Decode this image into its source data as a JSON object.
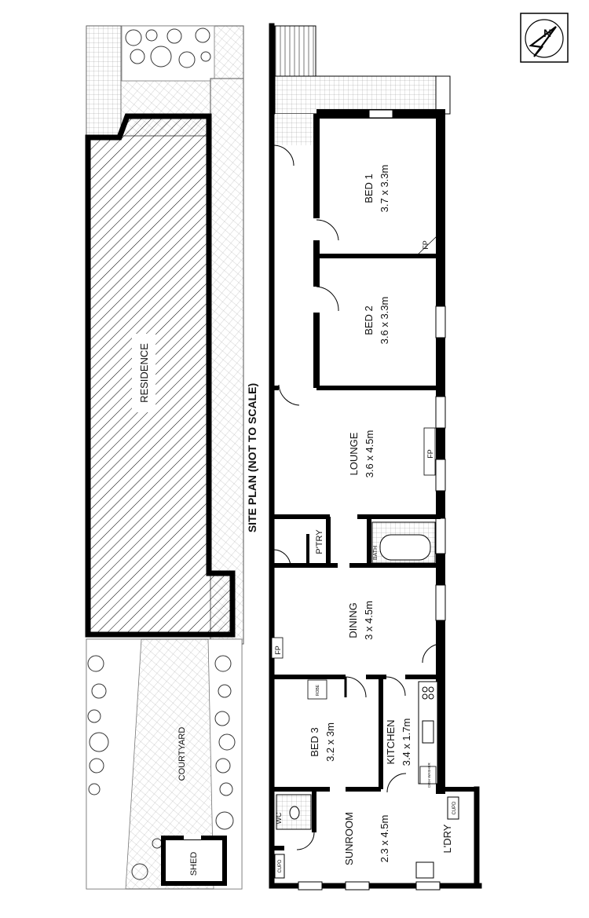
{
  "site_plan": {
    "title": "SITE PLAN (NOT TO SCALE)",
    "residence_label": "RESIDENCE",
    "courtyard_label": "COURTYARD",
    "shed_label": "SHED"
  },
  "compass": {
    "label": "N"
  },
  "rooms": {
    "bed1": {
      "name": "BED 1",
      "size": "3.7 x 3.3m"
    },
    "bed2": {
      "name": "BED 2",
      "size": "3.6 x 3.3m"
    },
    "lounge": {
      "name": "LOUNGE",
      "size": "3.6 x 4.5m"
    },
    "dining": {
      "name": "DINING",
      "size": "3 x 4.5m"
    },
    "bed3": {
      "name": "BED 3",
      "size": "3.2 x 3m"
    },
    "kitchen": {
      "name": "KITCHEN",
      "size": "3.4 x 1.7m"
    },
    "sunroom": {
      "name": "SUNROOM",
      "size": "2.3 x 4.5m"
    },
    "laundry": {
      "name": "L'DRY"
    },
    "pantry": {
      "name": "P'TRY"
    },
    "bath": {
      "name": "BATH"
    },
    "wc": {
      "name": "WC"
    }
  },
  "fixtures": {
    "fp": "FP",
    "robe": "ROBE",
    "cupd": "CUPD",
    "dish_washer": "DISH WASHER"
  },
  "colors": {
    "wall": "#000000",
    "paving": "#9a9a9a",
    "hatch": "#000000"
  }
}
